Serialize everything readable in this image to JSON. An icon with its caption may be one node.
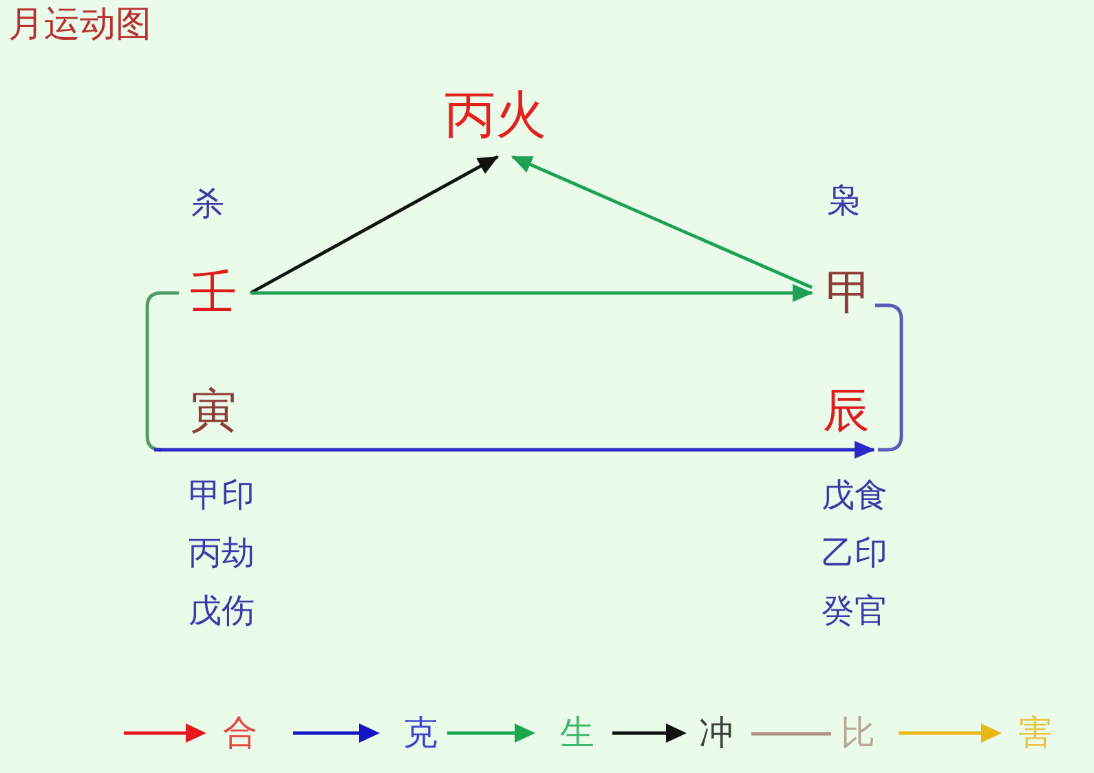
{
  "diagram": {
    "title": "月运动图",
    "nodes": [
      {
        "text": [
          "丙火"
        ]
      },
      {
        "text": [
          "壬"
        ],
        "beside": [
          "杀"
        ]
      },
      {
        "text": [
          "甲"
        ],
        "beside": [
          "枭"
        ]
      },
      {
        "text": [
          "寅"
        ],
        "beside": [
          "甲印",
          "丙劫",
          "戊伤"
        ]
      },
      {
        "text": [
          "辰"
        ],
        "beside": [
          "戊食",
          "乙印",
          "癸官"
        ]
      }
    ],
    "edges": [
      {
        "from": 1,
        "to": 0,
        "arrow": "to",
        "color": "#111111"
      },
      {
        "from": 2,
        "to": 0,
        "arrow": "to",
        "color": "#1fa055"
      },
      {
        "from": 1,
        "to": 2,
        "arrow": "to",
        "color": "#1fa055"
      },
      {
        "from": 1,
        "to": 3,
        "arrow": "none",
        "color": "#4f9a6a"
      },
      {
        "from": 3,
        "to": 4,
        "arrow": "to",
        "color": "#2a2ac8"
      },
      {
        "from": 2,
        "to": 4,
        "arrow": "none",
        "color": "#5a5ab8"
      }
    ],
    "legend": [
      {
        "text": "合",
        "color": "#e8191c"
      },
      {
        "text": "克",
        "color": "#1515c8"
      },
      {
        "text": "生",
        "color": "#19a850"
      },
      {
        "text": "冲",
        "color": "#111111"
      },
      {
        "text": "比",
        "color": "#b09080"
      },
      {
        "text": "害",
        "color": "#e8b818"
      }
    ]
  }
}
